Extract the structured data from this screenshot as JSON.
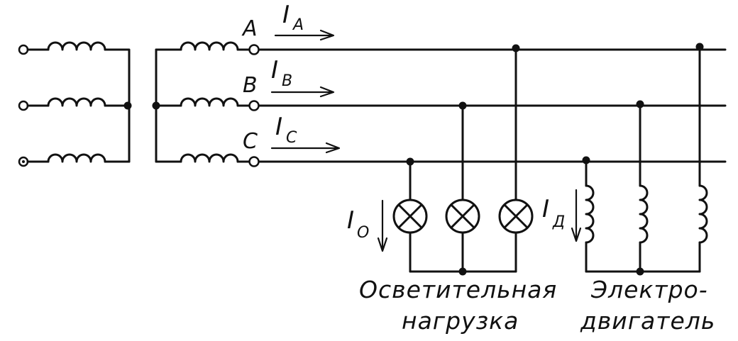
{
  "phases": [
    "A",
    "B",
    "C"
  ],
  "currents": [
    {
      "main": "I",
      "sub": "A"
    },
    {
      "main": "I",
      "sub": "B"
    },
    {
      "main": "I",
      "sub": "C"
    }
  ],
  "lamp_current": {
    "main": "I",
    "sub": "O"
  },
  "motor_current": {
    "main": "I",
    "sub": "Д"
  },
  "captions": {
    "lighting_1": "Осветительная",
    "lighting_2": "нагрузка",
    "motor_1": "Электро-",
    "motor_2": "двигатель"
  },
  "colors": {
    "ink": "#111111",
    "paper": "#ffffff"
  }
}
